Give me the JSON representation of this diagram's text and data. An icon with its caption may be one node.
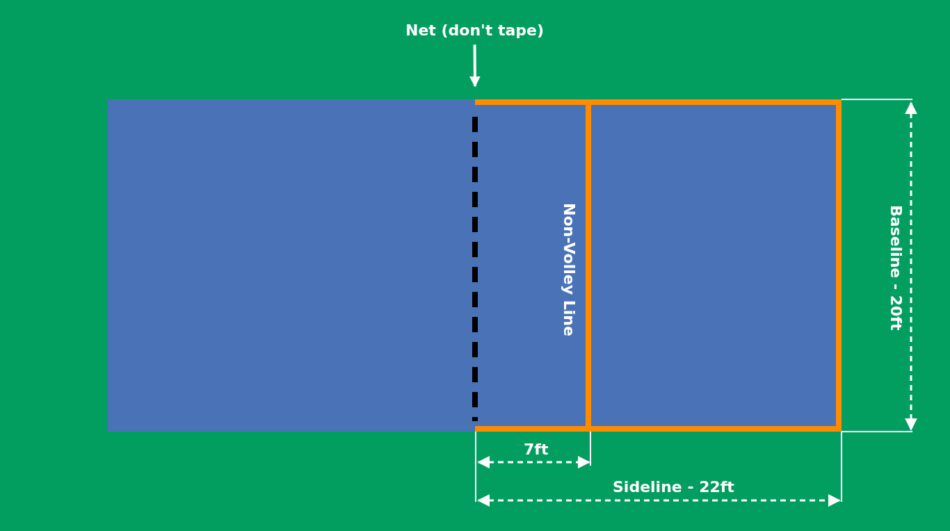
{
  "diagram": {
    "nodes": [
      {
        "text": [
          "Net (don't tape)"
        ]
      },
      {
        "text": [],
        "shape": "line"
      }
    ],
    "edges": [
      {
        "from": 0,
        "to": 1,
        "arrow": "to"
      }
    ],
    "labels": [
      "Non-Volley Line",
      "Baseline - 20ft",
      "7ft",
      "Sideline - 22ft"
    ]
  }
}
